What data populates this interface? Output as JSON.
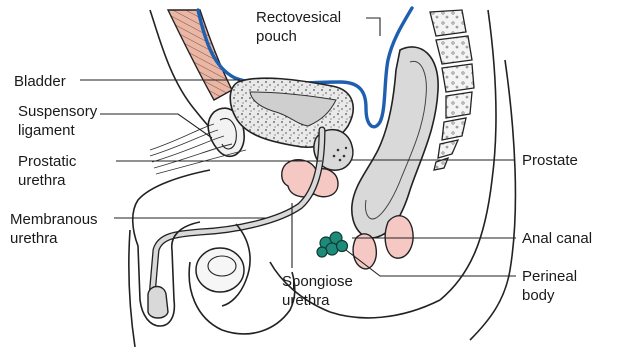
{
  "labels": {
    "rectovesical_pouch": [
      "Rectovesical",
      "pouch"
    ],
    "bladder": [
      "Bladder"
    ],
    "suspensory_ligament": [
      "Suspensory",
      "ligament"
    ],
    "prostatic_urethra": [
      "Prostatic",
      "urethra"
    ],
    "membranous_urethra": [
      "Membranous",
      "urethra"
    ],
    "spongiose_urethra": [
      "Spongiose",
      "urethra"
    ],
    "prostate": [
      "Prostate"
    ],
    "anal_canal": [
      "Anal canal"
    ],
    "perineal_body": [
      "Perineal",
      "body"
    ]
  },
  "colors": {
    "peritoneum": "#1f5fb0",
    "muscle": "#e8b8a8",
    "gland": "#f5c8c4",
    "organ_fill": "#d9d9d9",
    "perineal_body": "#1f8a7a",
    "outline": "#222222"
  }
}
